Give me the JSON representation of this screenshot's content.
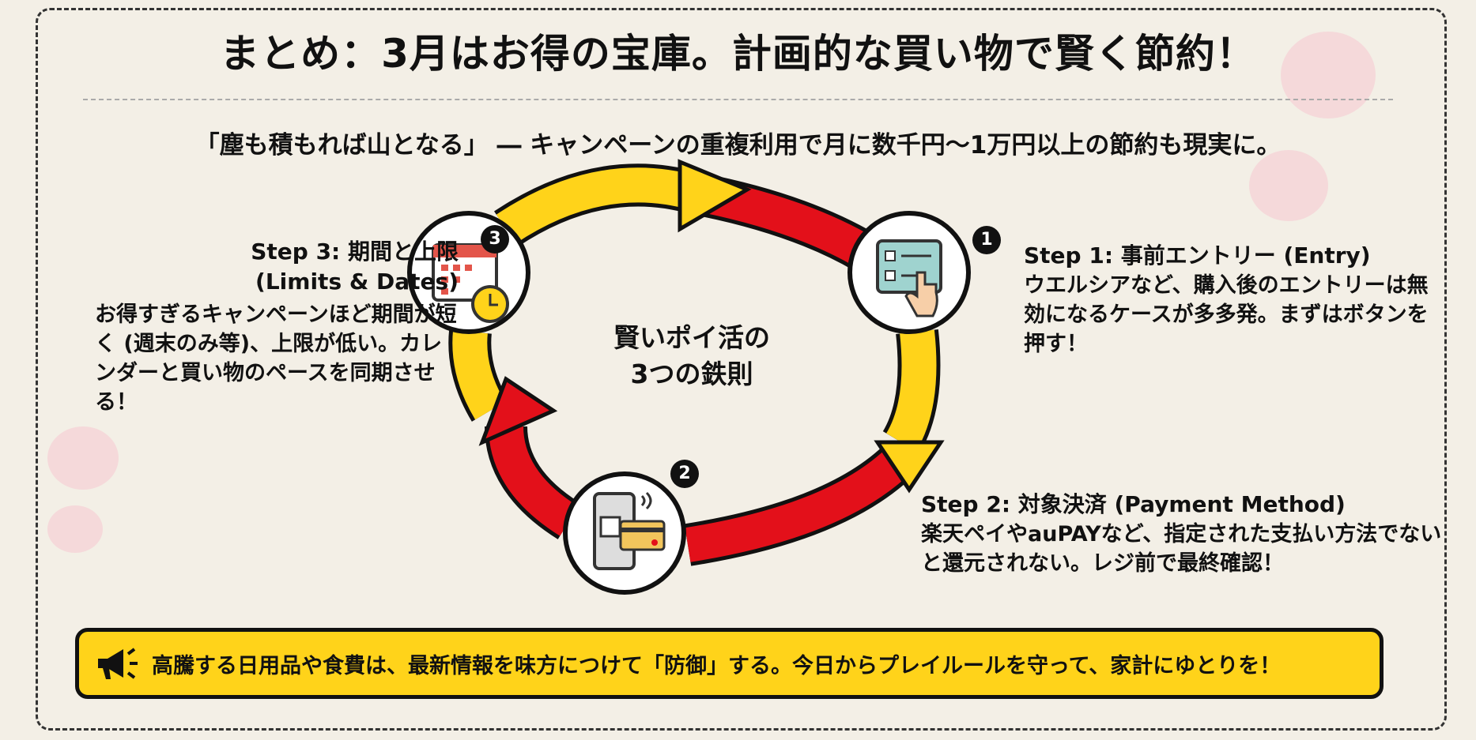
{
  "title": "まとめ：3月はお得の宝庫。計画的な買い物で賢く節約！",
  "subtitle": "「塵も積もれば山となる」 ― キャンペーンの重複利用で月に数千円〜1万円以上の節約も現実に。",
  "center_label": [
    "賢いポイ活の",
    "3つの鉄則"
  ],
  "steps": [
    {
      "number": "1",
      "heading": "Step 1: 事前エントリー (Entry)",
      "body": "ウエルシアなど、購入後のエントリーは無効になるケースが多多発。まずはボタンを押す！",
      "icon": "checklist-hand-icon"
    },
    {
      "number": "2",
      "heading": "Step 2: 対象決済 (Payment Method)",
      "body": "楽天ペイやauPAYなど、指定された支払い方法でないと還元されない。レジ前で最終確認！",
      "icon": "phone-payment-icon"
    },
    {
      "number": "3",
      "heading_line1": "Step 3: 期間と上限",
      "heading_line2": "(Limits & Dates)",
      "body": "お得すぎるキャンペーンほど期間が短く (週末のみ等)、上限が低い。カレンダーと買い物のペースを同期させる！",
      "icon": "calendar-clock-icon"
    }
  ],
  "banner": {
    "icon": "megaphone-icon",
    "text": "高騰する日用品や食費は、最新情報を味方につけて「防御」する。今日からプレイルールを守って、家計にゆとりを！"
  },
  "colors": {
    "yellow": "#ffd31a",
    "red": "#e3101a",
    "background": "#f3efe6"
  }
}
